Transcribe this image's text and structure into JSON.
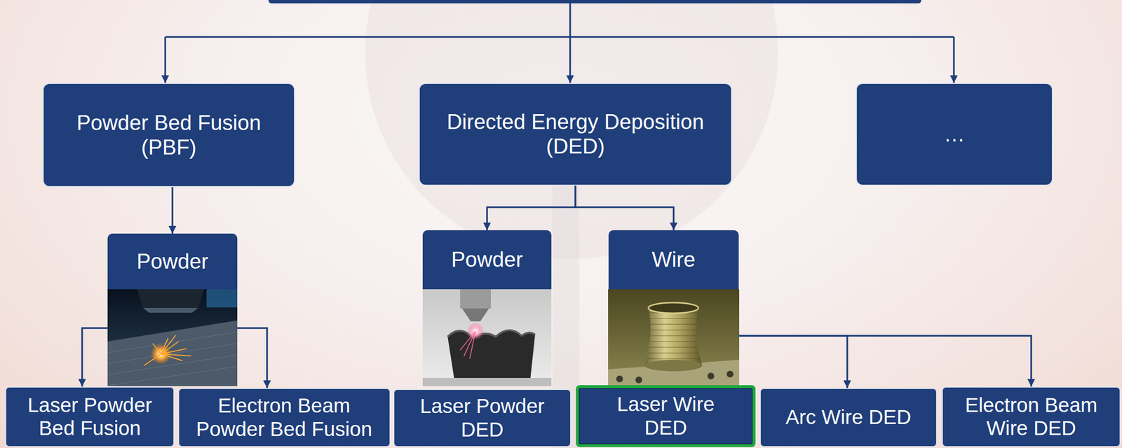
{
  "diagram": {
    "nodes": [
      {
        "text": [
          "Powder Bed Fusion (PBF)"
        ]
      },
      {
        "text": [
          "Directed Energy Deposition (DED)"
        ]
      },
      {
        "text": [
          "…"
        ]
      },
      {
        "text": [
          "Powder"
        ]
      },
      {
        "text": [
          "Powder"
        ]
      },
      {
        "text": [
          "Wire"
        ]
      },
      {
        "text": [
          "Laser Powder Bed Fusion"
        ]
      },
      {
        "text": [
          "Electron Beam Powder Bed Fusion"
        ]
      },
      {
        "text": [
          "Laser Powder DED"
        ]
      },
      {
        "text": [
          "Laser Wire DED"
        ]
      },
      {
        "text": [
          "Arc Wire DED"
        ]
      },
      {
        "text": [
          "Electron Beam Wire DED"
        ]
      }
    ],
    "edges": [
      {
        "from": 0,
        "to": 3,
        "arrow": "to"
      },
      {
        "from": 1,
        "to": 4,
        "arrow": "to"
      },
      {
        "from": 1,
        "to": 5,
        "arrow": "to"
      },
      {
        "from": 3,
        "to": 6,
        "arrow": "to"
      },
      {
        "from": 3,
        "to": 7,
        "arrow": "to"
      },
      {
        "from": 5,
        "to": 10,
        "arrow": "to"
      },
      {
        "from": 5,
        "to": 11,
        "arrow": "to"
      }
    ]
  }
}
